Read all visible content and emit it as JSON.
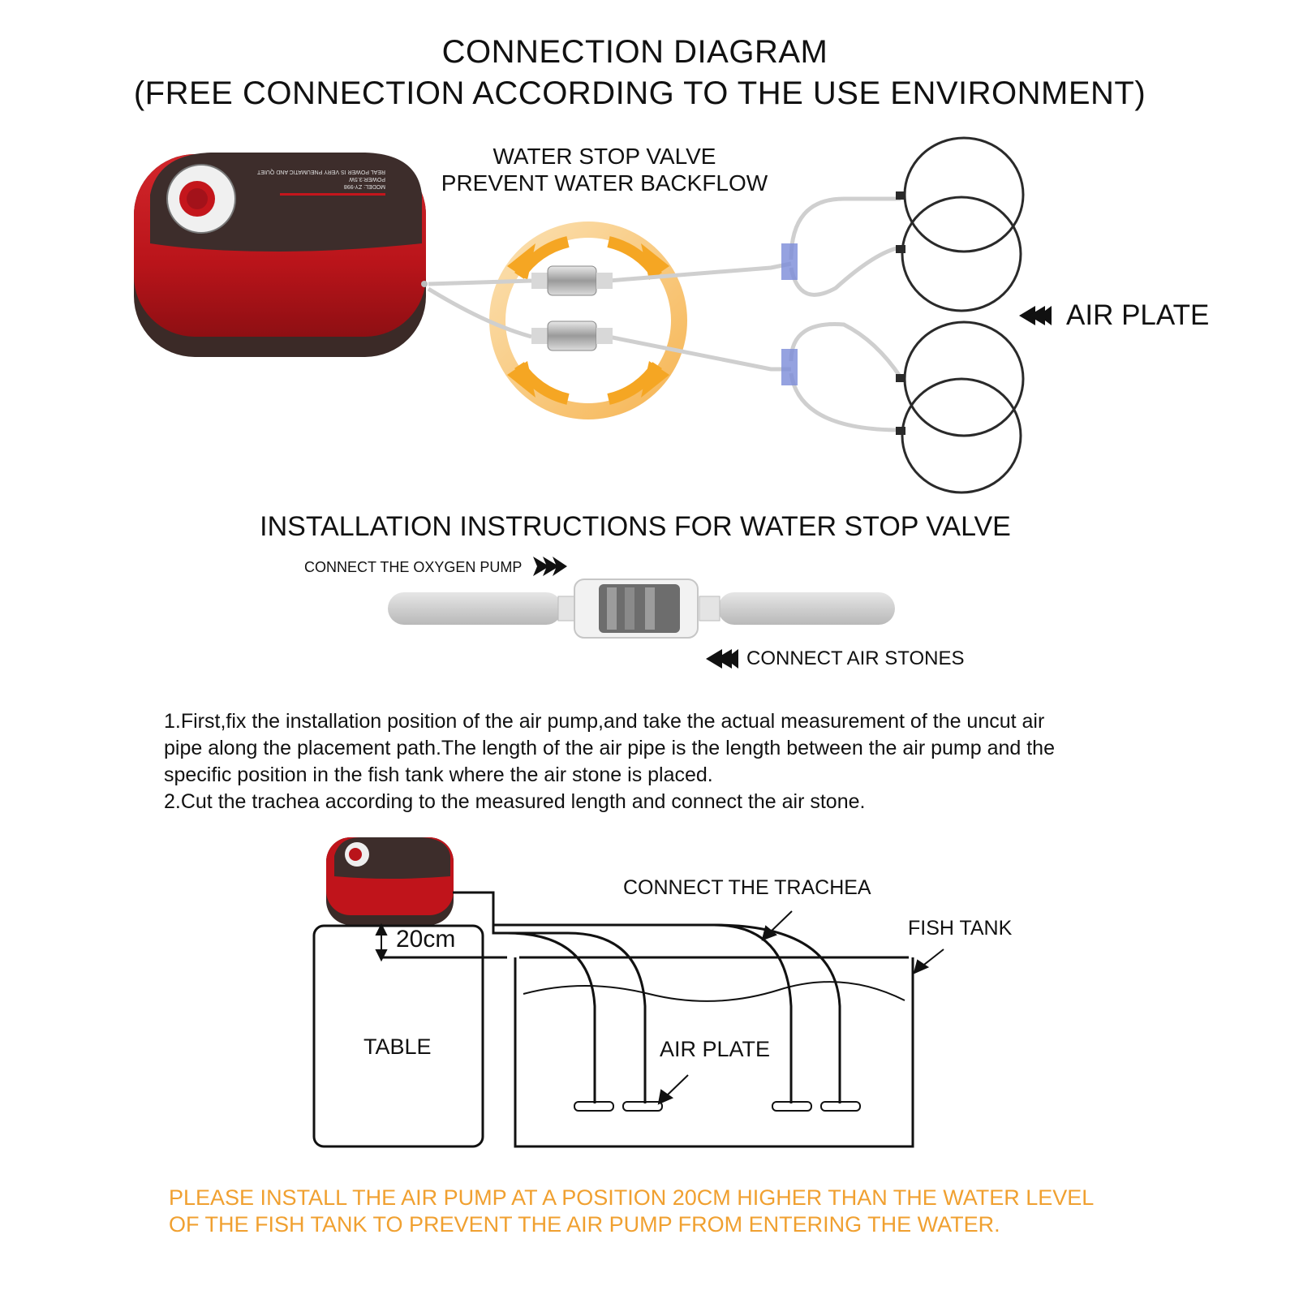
{
  "header": {
    "title_line1": "CONNECTION DIAGRAM",
    "title_line2": "(FREE CONNECTION ACCORDING TO THE USE ENVIRONMENT)"
  },
  "top_diagram": {
    "valve_label_line1": "WATER STOP VALVE",
    "valve_label_line2": "PREVENT WATER BACKFLOW",
    "air_plate_label": "AIR PLATE",
    "pump_text_line1": "MODEL: ZY-998",
    "pump_text_line2": "POWER:3.5W",
    "pump_text_line3": "REAL POWER IS VERY PNEUMATIC AND QUIET",
    "colors": {
      "pump_red": "#c0141b",
      "pump_dark": "#3a2a28",
      "valve_ring": "#f5a623"
    }
  },
  "installation": {
    "heading": "INSTALLATION INSTRUCTIONS FOR WATER STOP VALVE",
    "connect_pump": "CONNECT THE OXYGEN PUMP",
    "connect_stones": "CONNECT AIR STONES"
  },
  "instructions": {
    "step1": "1.First,fix the installation position of the air pump,and take the actual measurement of the uncut air\npipe along the placement path.The length of the air pipe is the length between the air pump and the\nspecific position in the fish tank where the air stone is placed.",
    "step2": "2.Cut the trachea according to the measured length and connect the air stone."
  },
  "bottom_diagram": {
    "height_label": "20cm",
    "table_label": "TABLE",
    "trachea_label": "CONNECT THE TRACHEA",
    "fish_tank_label": "FISH TANK",
    "air_plate_label": "AIR PLATE"
  },
  "warning": {
    "text": "PLEASE INSTALL THE AIR PUMP AT A POSITION 20CM HIGHER THAN THE WATER LEVEL\nOF THE FISH TANK TO PREVENT THE AIR PUMP FROM ENTERING THE WATER.",
    "color": "#f0a030"
  }
}
